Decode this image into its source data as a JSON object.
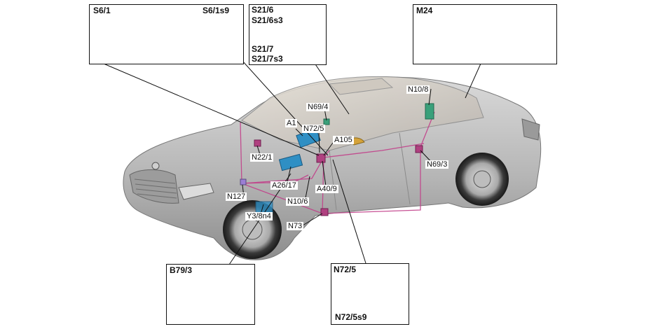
{
  "insets": {
    "s6": {
      "title_left": "S6/1",
      "title_right": "S6/1s9"
    },
    "s21": {
      "line1": "S21/6",
      "line2": "S21/6s3",
      "line3": "S21/7",
      "line4": "S21/7s3"
    },
    "m24": {
      "title": "M24"
    },
    "b79": {
      "title": "B79/3"
    },
    "n72": {
      "title_top": "N72/5",
      "title_bottom": "N72/5s9"
    }
  },
  "labels": {
    "n10_8": "N10/8",
    "n69_4": "N69/4",
    "a1": "A1",
    "n72_5": "N72/5",
    "a105": "A105",
    "n22_1": "N22/1",
    "n69_3": "N69/3",
    "a26_17": "A26/17",
    "a40_9": "A40/9",
    "n127": "N127",
    "n10_6": "N10/6",
    "y3_8n4": "Y3/8n4",
    "n73": "N73"
  },
  "colors": {
    "leader": "#111111",
    "wiring": "#c2408a",
    "module_blue": "#2f8fc4",
    "module_green": "#3aa07a",
    "car_body": "#b9b9b9"
  }
}
